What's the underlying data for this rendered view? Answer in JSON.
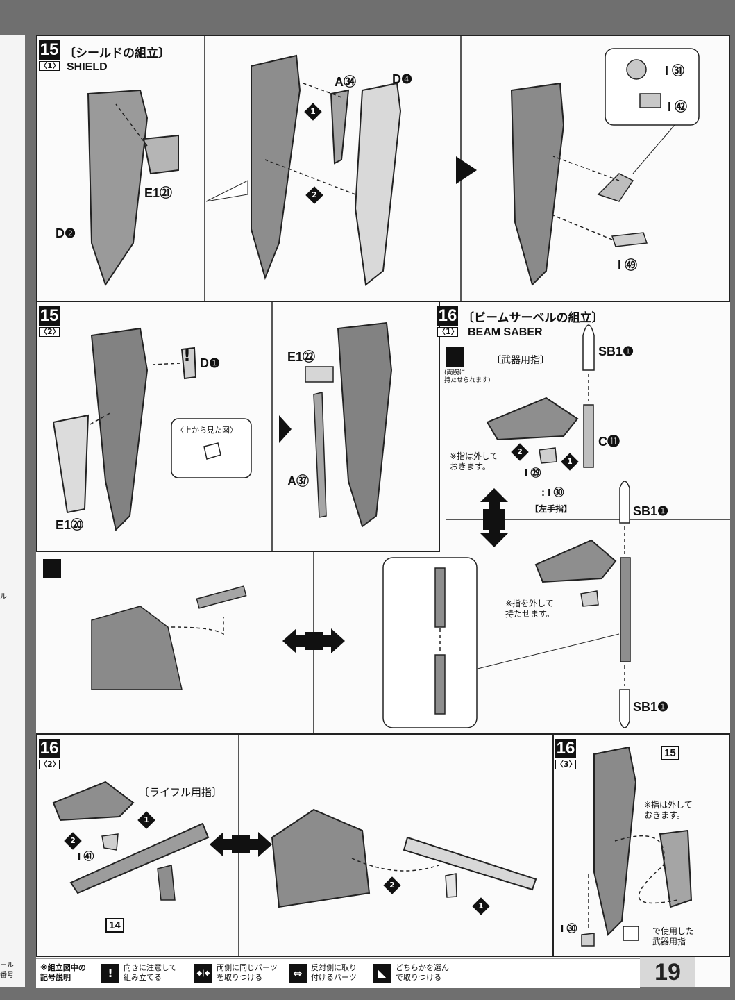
{
  "page_number": "19",
  "edge_fragments": {
    "middle": "ル",
    "bottom": "ール\n番号"
  },
  "step15_1": {
    "num": "15",
    "sub": "〈1〉",
    "title_jp": "〔シールドの組立〕",
    "title_en": "SHIELD",
    "parts": {
      "d2": "D❷",
      "e1_21": "E1㉑",
      "a34": "A㉞",
      "d4": "D❹",
      "i51": "I ㉛",
      "i42": "I ㊷",
      "i52": "I ㊾"
    },
    "steps": [
      "1",
      "2"
    ]
  },
  "step15_2": {
    "num": "15",
    "sub": "〈2〉",
    "parts": {
      "d1": "D❶",
      "e1_20": "E1⑳",
      "e1_22": "E1㉒",
      "a37": "A㊲"
    },
    "view_from_top": "〈上から見た図〉"
  },
  "step16_1": {
    "num": "16",
    "sub": "〈1〉",
    "title_jp": "〔ビームサーベルの組立〕",
    "title_en": "BEAM SABER",
    "weapon_fingers": "〔武器用指〕",
    "both_arms_note": "(両腕に\n持たせられます)",
    "remove_fingers_note": "※指は外して\nおきます。",
    "remove_fingers_hold": "※指を外して\n持たせます。",
    "left_hand": "【左手指】",
    "parts": {
      "sb1": "SB1❶",
      "c11": "C⓫",
      "i29": "I ㉙",
      "i30": ": I ㉚"
    },
    "steps": [
      "1",
      "2"
    ]
  },
  "step16_2": {
    "num": "16",
    "sub": "〈2〉",
    "rifle_fingers": "〔ライフル用指〕",
    "parts": {
      "i41": "I ㊶",
      "p14": "14"
    },
    "steps": [
      "1",
      "2"
    ]
  },
  "step16_3": {
    "num": "16",
    "sub": "〈3〉",
    "parts": {
      "p15": "15",
      "i30": "I ㉚"
    },
    "remove_note": "※指は外して\nおきます。",
    "use_note": "で使用した\n武器用指",
    "ref_prefix": "※"
  },
  "legend": {
    "header": "※組立図中の\n記号説明",
    "items": [
      {
        "icon": "!",
        "text": "向きに注意して\n組み立てる"
      },
      {
        "icon": "◆|◆",
        "text": "両側に同じパーツ\nを取りつける"
      },
      {
        "icon": "⇔",
        "text": "反対側に取り\n付けるパーツ"
      },
      {
        "icon": "◣",
        "text": "どちらかを選ん\nで取りつける"
      }
    ]
  }
}
